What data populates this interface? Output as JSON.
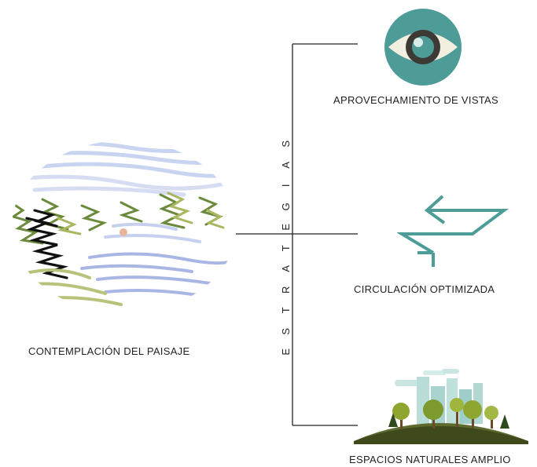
{
  "left": {
    "label": "CONTEMPLACIÓN DEL PAISAJE"
  },
  "center": {
    "title_letters": [
      "E",
      "S",
      "T",
      "R",
      "A",
      "T",
      "E",
      "G",
      "I",
      "A",
      "S"
    ]
  },
  "branches": [
    {
      "label": "APROVECHAMIENTO DE VISTAS",
      "icon": "eye-icon"
    },
    {
      "label": "CIRCULACIÓN OPTIMIZADA",
      "icon": "arrows-icon"
    },
    {
      "label": "ESPACIOS NATURALES AMPLIO",
      "icon": "park-icon"
    }
  ],
  "colors": {
    "teal": "#4e9c98",
    "eye_white": "#f2efe0",
    "eye_dark": "#3d3a36",
    "grass": "#5e6b2e"
  }
}
